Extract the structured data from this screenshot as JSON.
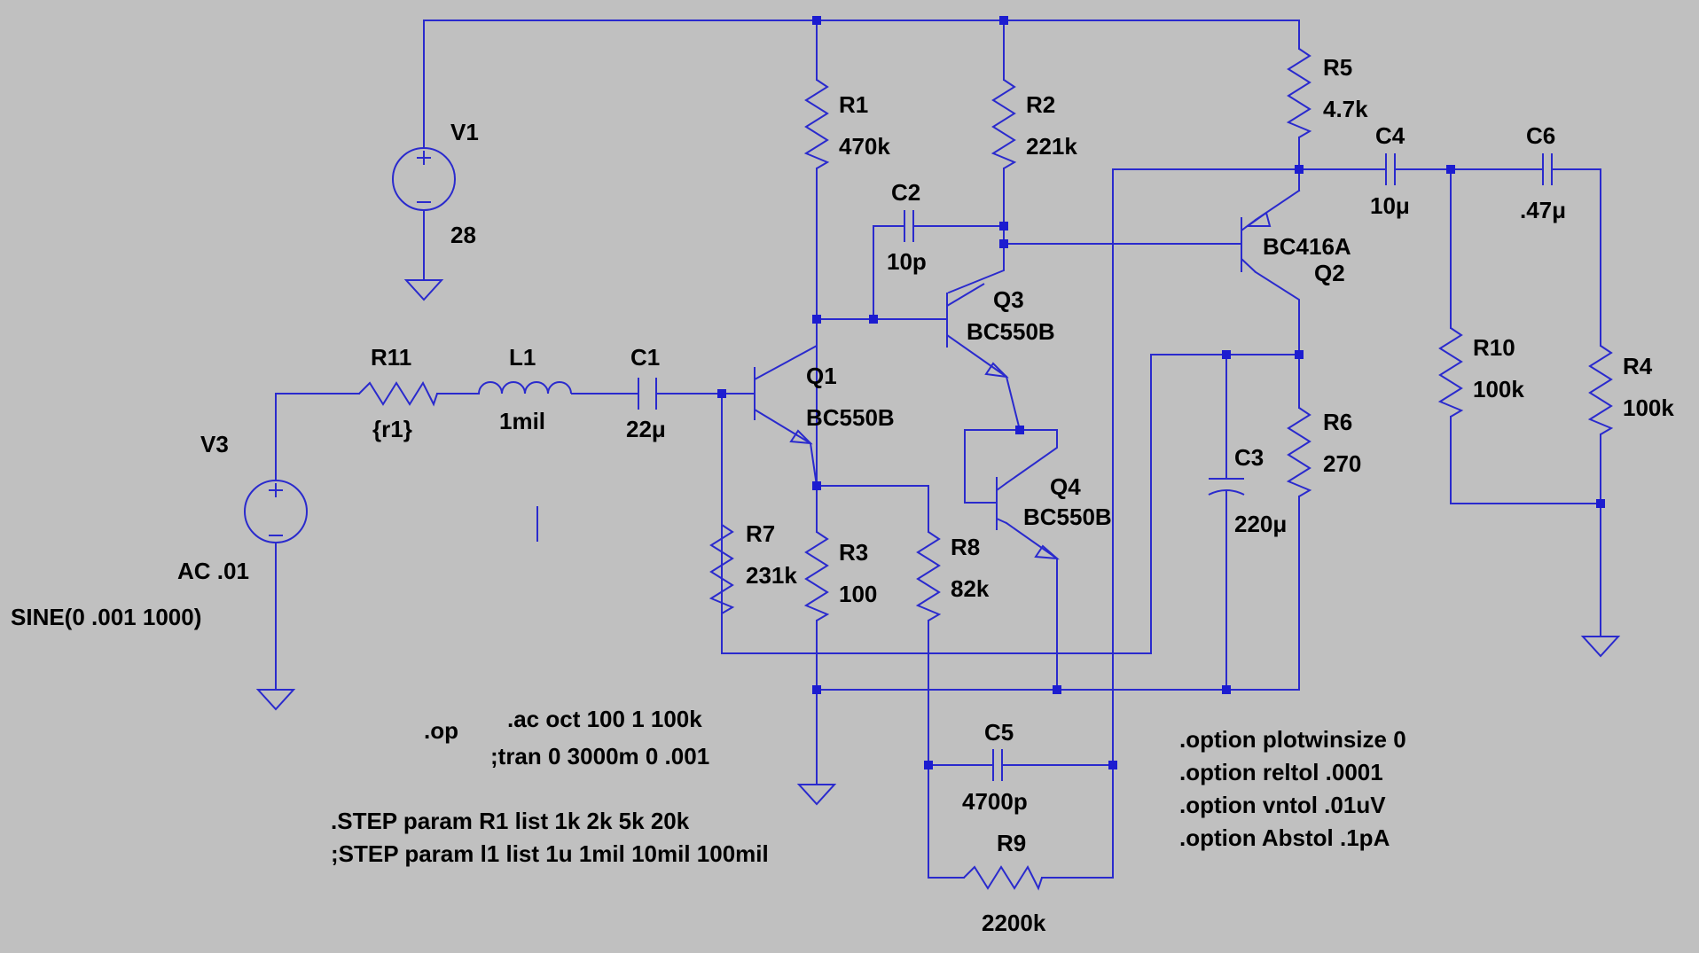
{
  "components": {
    "V1": {
      "name": "V1",
      "value": "28"
    },
    "V3": {
      "name": "V3",
      "value": "AC .01",
      "extra": "SINE(0 .001 1000)"
    },
    "R11": {
      "name": "R11",
      "value": "{r1}"
    },
    "L1": {
      "name": "L1",
      "value": "1mil"
    },
    "C1": {
      "name": "C1",
      "value": "22μ"
    },
    "R1": {
      "name": "R1",
      "value": "470k"
    },
    "R2": {
      "name": "R2",
      "value": "221k"
    },
    "C2": {
      "name": "C2",
      "value": "10p"
    },
    "Q1": {
      "name": "Q1",
      "model": "BC550B"
    },
    "Q3": {
      "name": "Q3",
      "model": "BC550B"
    },
    "Q4": {
      "name": "Q4",
      "model": "BC550B"
    },
    "Q2": {
      "name": "Q2",
      "model": "BC416A"
    },
    "R5": {
      "name": "R5",
      "value": "4.7k"
    },
    "C4": {
      "name": "C4",
      "value": "10μ"
    },
    "C6": {
      "name": "C6",
      "value": ".47μ"
    },
    "R10": {
      "name": "R10",
      "value": "100k"
    },
    "R4": {
      "name": "R4",
      "value": "100k"
    },
    "R6": {
      "name": "R6",
      "value": "270"
    },
    "C3": {
      "name": "C3",
      "value": "220μ"
    },
    "R7": {
      "name": "R7",
      "value": "231k"
    },
    "R3": {
      "name": "R3",
      "value": "100"
    },
    "R8": {
      "name": "R8",
      "value": "82k"
    },
    "C5": {
      "name": "C5",
      "value": "4700p"
    },
    "R9": {
      "name": "R9",
      "value": "2200k"
    }
  },
  "directives": {
    "op": ".op",
    "ac": ".ac oct 100 1 100k",
    "tran": ";tran 0 3000m 0 .001",
    "step_r1": ".STEP param R1 list  1k 2k 5k 20k",
    "step_l1": ";STEP param l1 list 1u 1mil  10mil 100mil",
    "options": [
      ".option plotwinsize 0",
      ".option reltol .0001",
      ".option vntol .01uV",
      ".option Abstol .1pA"
    ]
  },
  "colors": {
    "background": "#c0c0c0",
    "wire": "#2a2acd",
    "text": "#000000"
  }
}
